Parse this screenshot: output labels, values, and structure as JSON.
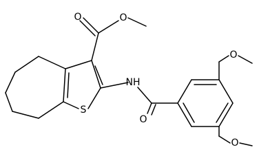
{
  "molecule": {
    "atoms": {
      "carbonyl_o_ester": "O",
      "ether_o_ester": "O",
      "thiophene_s": "S",
      "amide_nh": "NH",
      "amide_o": "O",
      "methoxy_o_top": "O",
      "methoxy_o_bottom": "O"
    }
  }
}
